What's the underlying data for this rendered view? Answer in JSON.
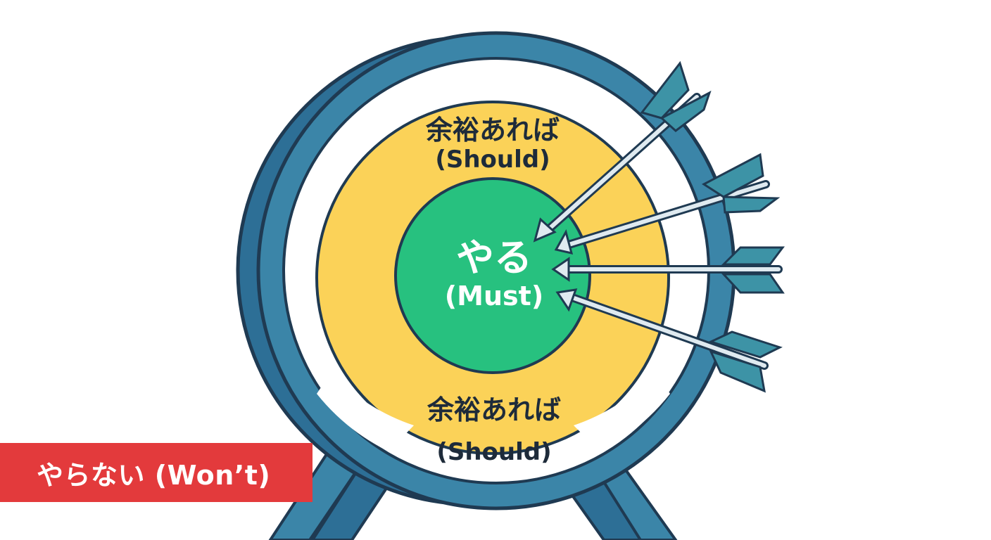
{
  "colors": {
    "ring_blue": "#3b85a8",
    "ring_dark": "#2d6f96",
    "outline": "#1f3a52",
    "should_yellow": "#fbd258",
    "must_green": "#27c17f",
    "arrow_teal": "#3d93a6",
    "arrow_shaft": "#dfeaf0",
    "wont_red": "#e33a3c",
    "text_dark": "#1e2b3a",
    "text_white": "#ffffff"
  },
  "labels": {
    "should_top_jp": "余裕あれば",
    "should_top_en": "(Should)",
    "must_jp": "やる",
    "must_en": "(Must)",
    "should_bottom_jp": "余裕あれば",
    "should_bottom_en": "(Should)",
    "wont": "やらない (Won’t)"
  },
  "icons": {
    "target": "target-icon",
    "arrow": "arrow-icon",
    "stand": "easel-stand-icon"
  }
}
